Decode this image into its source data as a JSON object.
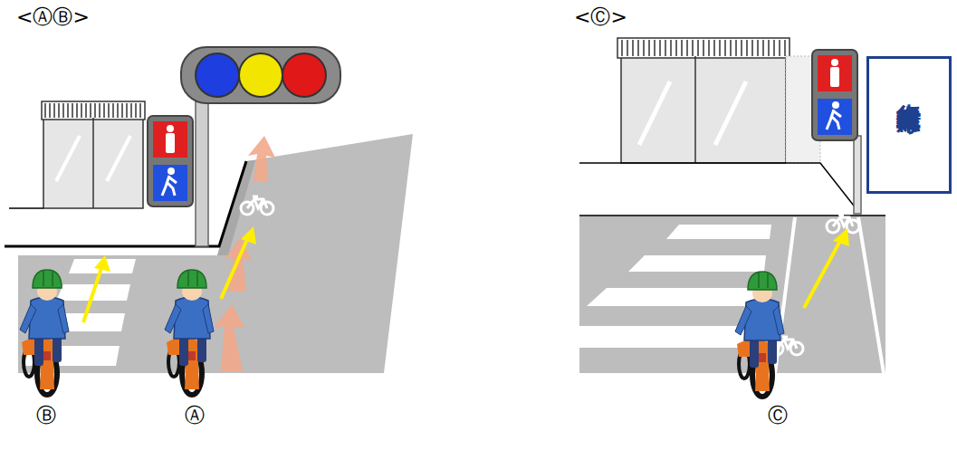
{
  "diagram": {
    "nodes": [
      {
        "text": [
          "歩行者自転車専用"
        ]
      }
    ],
    "labels": [
      "<ⒶⒷ>",
      "<Ⓒ>",
      "Ⓑ",
      "Ⓐ",
      "Ⓒ"
    ]
  }
}
